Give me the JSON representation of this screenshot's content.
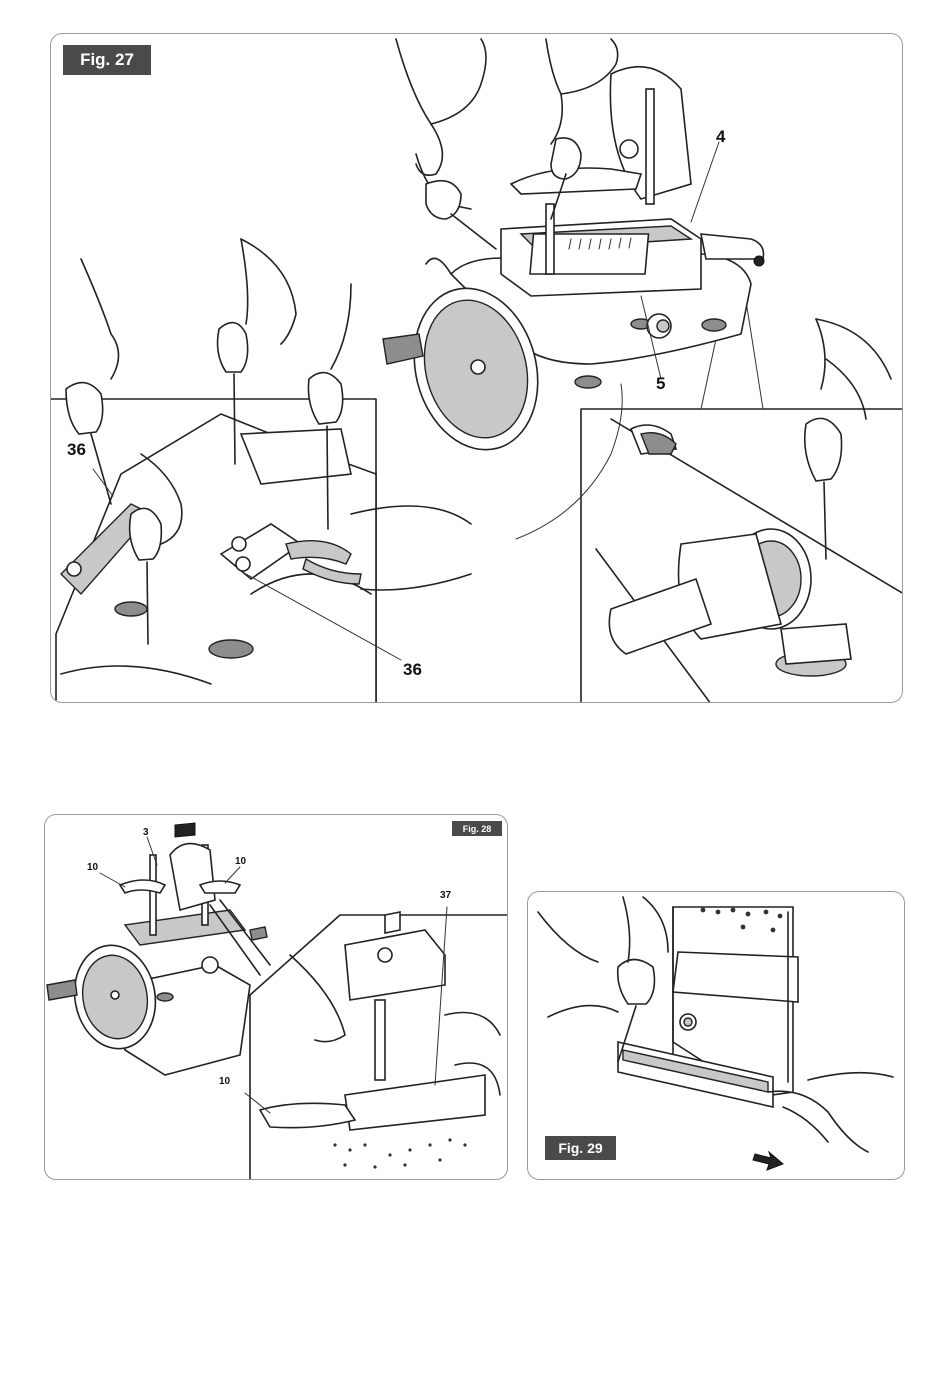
{
  "figures": {
    "fig27": {
      "label": "Fig. 27",
      "callouts": {
        "c4": "4",
        "c5": "5",
        "c36a": "36",
        "c36b": "36"
      }
    },
    "fig28": {
      "label": "Fig. 28",
      "callouts": {
        "c3": "3",
        "c10a": "10",
        "c10b": "10",
        "c37": "37",
        "c10c": "10"
      }
    },
    "fig29": {
      "label": "Fig. 29"
    }
  },
  "icons": {
    "arrow": "right-arrow-icon"
  }
}
